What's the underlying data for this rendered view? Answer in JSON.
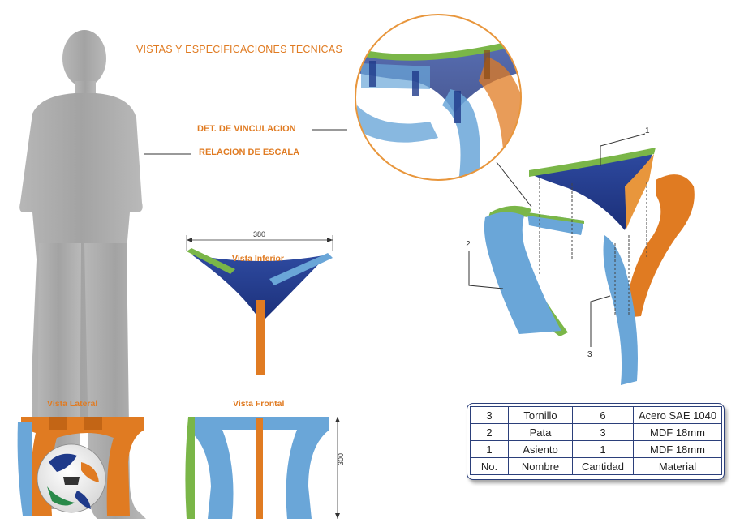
{
  "title": "VISTAS Y ESPECIFICACIONES TECNICAS",
  "callouts": {
    "detail": "DET. DE VINCULACION",
    "scale": "RELACION DE ESCALA"
  },
  "views": {
    "bottom": {
      "label": "Vista Inferior",
      "dimension": "380"
    },
    "side": {
      "label": "Vista Lateral"
    },
    "front": {
      "label": "Vista Frontal",
      "dimension": "300"
    }
  },
  "exploded_numbers": [
    "1",
    "2",
    "3"
  ],
  "table": {
    "headers": [
      "No.",
      "Nombre",
      "Cantidad",
      "Material"
    ],
    "rows": [
      [
        "3",
        "Tornillo",
        "6",
        "Acero SAE 1040"
      ],
      [
        "2",
        "Pata",
        "3",
        "MDF 18mm"
      ],
      [
        "1",
        "Asiento",
        "1",
        "MDF 18mm"
      ]
    ]
  },
  "colors": {
    "accent": "#e07b22",
    "seat": "#1f3a8a",
    "leg_blue": "#6aa6d8",
    "leg_green": "#7ab648",
    "leg_orange": "#e07b22",
    "silhouette": "#a9a9a9",
    "table_border": "#2b3f7a"
  }
}
